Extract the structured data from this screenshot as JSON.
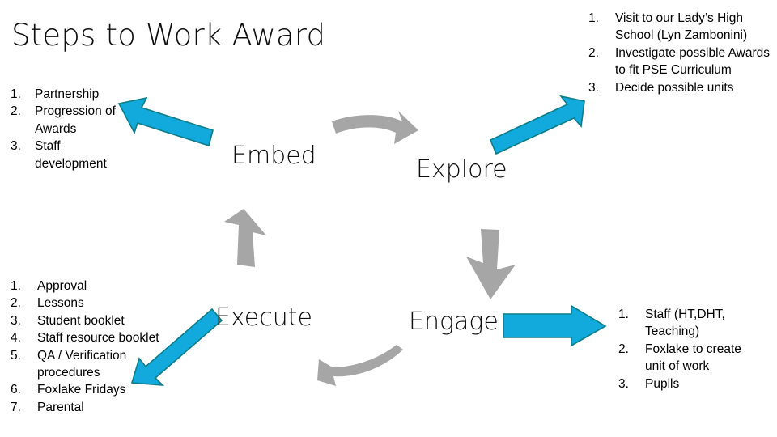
{
  "slide": {
    "title": "Steps to Work Award",
    "background": "#ffffff"
  },
  "colors": {
    "cycle_arrow_gray": "#a6a6a6",
    "connector_blue_fill": "#12a9dc",
    "connector_blue_stroke": "#0c7d86",
    "text_black": "#000000",
    "title_black": "#0d0d0d"
  },
  "cycle": {
    "order": [
      "Embed",
      "Explore",
      "Engage",
      "Execute"
    ],
    "direction": "clockwise",
    "labels": {
      "embed": "Embed",
      "explore": "Explore",
      "engage": "Engage",
      "execute": "Execute"
    }
  },
  "lists": {
    "top_left": {
      "linked_to": "Embed",
      "items": [
        "Partnership",
        "Progression of Awards",
        "Staff development"
      ]
    },
    "top_right": {
      "linked_to": "Explore",
      "items": [
        "Visit to our Lady’s High School (Lyn Zambonini)",
        "Investigate possible Awards to fit PSE Curriculum",
        "Decide possible units"
      ]
    },
    "bottom_left": {
      "linked_to": "Execute",
      "items": [
        "Approval",
        "Lessons",
        "Student booklet",
        "Staff resource booklet",
        "QA / Verification procedures",
        "Foxlake Fridays",
        "Parental"
      ]
    },
    "bottom_right": {
      "linked_to": "Engage",
      "items": [
        "Staff (HT,DHT, Teaching)",
        "Foxlake to create unit of work",
        "Pupils"
      ]
    }
  },
  "markers": {
    "n1": "1.",
    "n2": "2.",
    "n3": "3.",
    "n4": "4.",
    "n5": "5.",
    "n6": "6.",
    "n7": "7."
  }
}
